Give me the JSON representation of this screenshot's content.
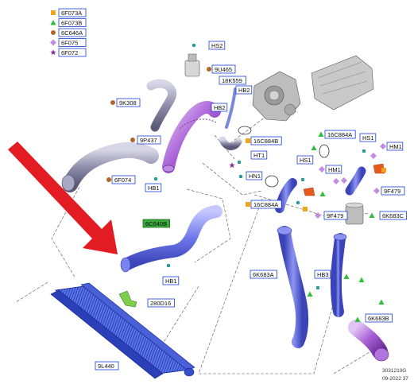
{
  "legend": [
    {
      "code": "6F073A",
      "marker": "square",
      "color": "#f2a51a"
    },
    {
      "code": "6F073B",
      "marker": "triangle",
      "color": "#2fbf3a"
    },
    {
      "code": "6C646A",
      "marker": "circle",
      "color": "#b5652a"
    },
    {
      "code": "6F075",
      "marker": "diamond",
      "color": "#c48ee0"
    },
    {
      "code": "6F072",
      "marker": "star",
      "color": "#8a2fa0"
    }
  ],
  "parts": {
    "hs2": "HS2",
    "p9u465": "9U465",
    "p18k559": "18K559",
    "hb2a": "HB2",
    "hb2b": "HB2",
    "p9k308": "9K308",
    "p9p437": "9P437",
    "p16c884b": "16C884B",
    "ht1": "HT1",
    "hn1": "HN1",
    "p6f074": "6F074",
    "hb1a": "HB1",
    "p16c884a_top": "16C884A",
    "hs1a": "HS1",
    "hm1a": "HM1",
    "hs1b": "HS1",
    "hm1b": "HM1",
    "p9f479a": "9F479",
    "p16c884a_mid": "16C884A",
    "p9f479b": "9F479",
    "p6k683c": "6K683C",
    "p6c640b": "6C640B",
    "hb1b": "HB1",
    "p6k683a": "6K683A",
    "hb3": "HB3",
    "p280d16": "280D16",
    "p9l440": "9L440",
    "p6k683b": "6K683B"
  },
  "footer": {
    "code": "3031210G",
    "date": "09-2022 37"
  },
  "colors": {
    "label_border": "#1a3fd0",
    "label_fill": "#ffffff",
    "green_label_fill": "#3aa83a",
    "hose_blue": "#6e78e8",
    "hose_purple": "#a85fd6",
    "arrow_red": "#e31b23"
  }
}
